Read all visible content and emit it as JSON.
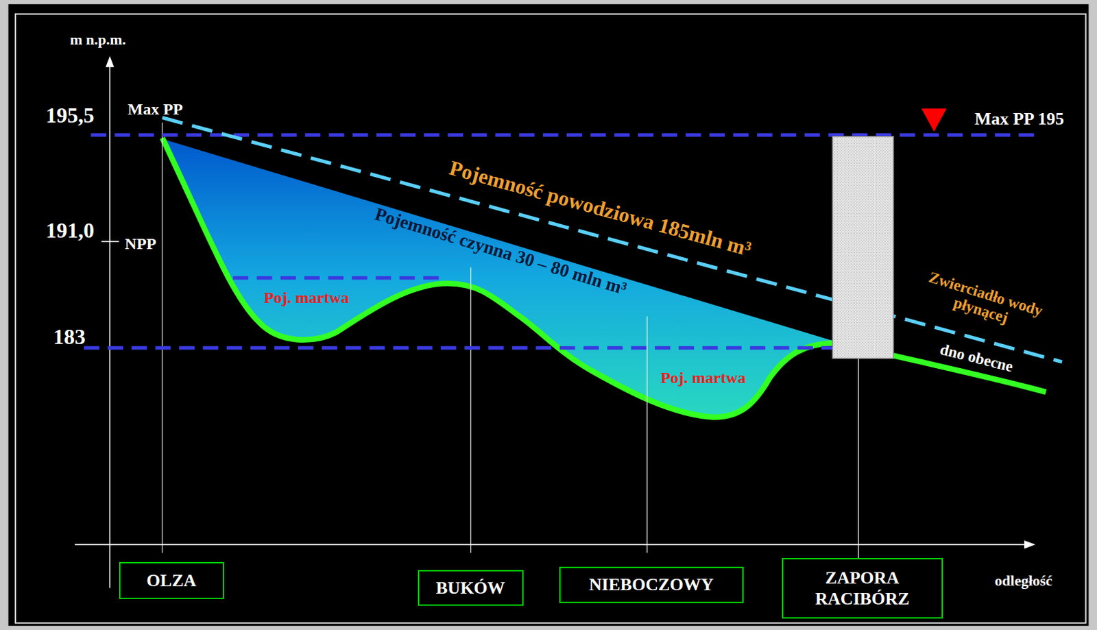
{
  "diagram": {
    "nodes": [
      {
        "text": [
          "OLZA"
        ]
      },
      {
        "text": [
          "BUKÓW"
        ]
      },
      {
        "text": [
          "NIEBOCZOWY"
        ]
      },
      {
        "text": [
          "ZAPORA RACIBÓRZ"
        ]
      }
    ],
    "labels": [
      "m n.p.m.",
      "195,5",
      "Max PP",
      "191,0",
      "NPP",
      "183",
      "Max PP 195",
      "Pojemność powodziowa 185mln m³",
      "Pojemność czynna 30 – 80 mln m³",
      "Poj. martwa",
      "Poj. martwa",
      "Zwierciadło wody płynącej",
      "dno obecne",
      "odległość"
    ]
  }
}
